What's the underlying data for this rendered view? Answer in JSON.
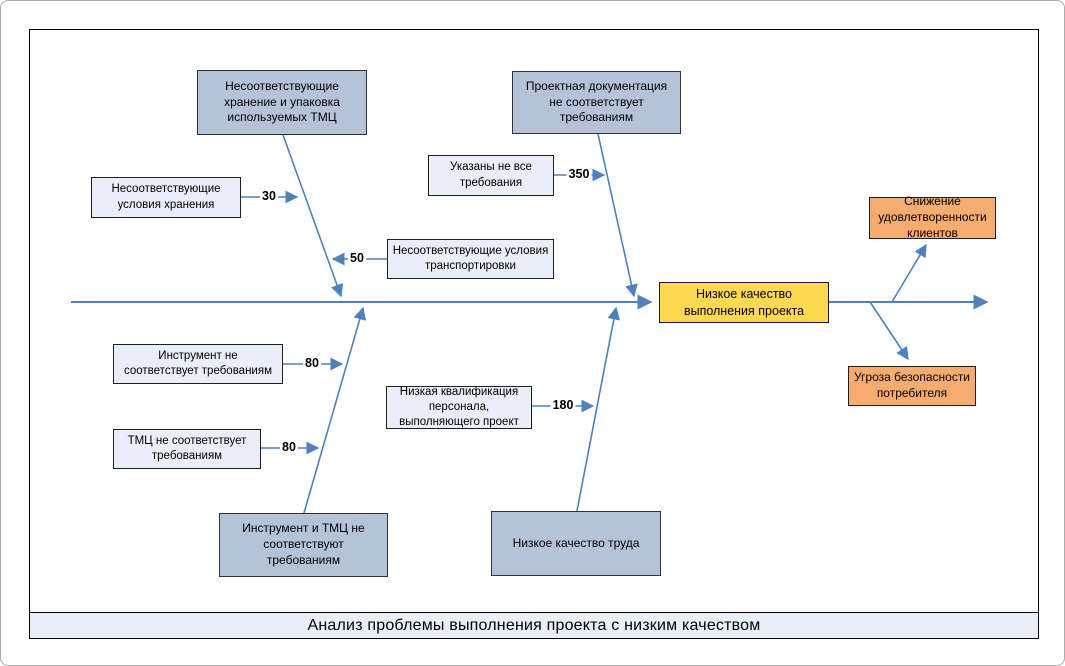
{
  "footer_title": "Анализ проблемы выполнения проекта с низким качеством",
  "colors": {
    "bone_line": "#4f81bd",
    "category_fill": "#b4c3d8",
    "cause_fill": "#e9eff8",
    "problem_fill": "#fcd950",
    "effect_fill": "#f5ac6e"
  },
  "problem": {
    "label": "Низкое качество\nвыполнения проекта"
  },
  "effects": [
    {
      "label": "Снижение\nудовлетворенности\nклиентов"
    },
    {
      "label": "Угроза безопасности\nпотребителя"
    }
  ],
  "categories": [
    {
      "label": "Несоответствующие\nхранение и упаковка\nиспользуемых ТМЦ",
      "causes": [
        {
          "label": "Несоответствующие\nусловия хранения",
          "value": "30"
        },
        {
          "label": "Несоответствующие условия\nтранспортировки",
          "value": "50"
        }
      ]
    },
    {
      "label": "Проектная документация\nне соответствует\nтребованиям",
      "causes": [
        {
          "label": "Указаны не все\nтребования",
          "value": "350"
        }
      ]
    },
    {
      "label": "Инструмент и ТМЦ не\nсоответствуют\nтребованиям",
      "causes": [
        {
          "label": "Инструмент не\nсоответствует требованиям",
          "value": "80"
        },
        {
          "label": "ТМЦ не соответствует\nтребованиям",
          "value": "80"
        }
      ]
    },
    {
      "label": "Низкое качество труда",
      "causes": [
        {
          "label": "Низкая квалификация\nперсонала,\nвыполняющего проект",
          "value": "180"
        }
      ]
    }
  ]
}
